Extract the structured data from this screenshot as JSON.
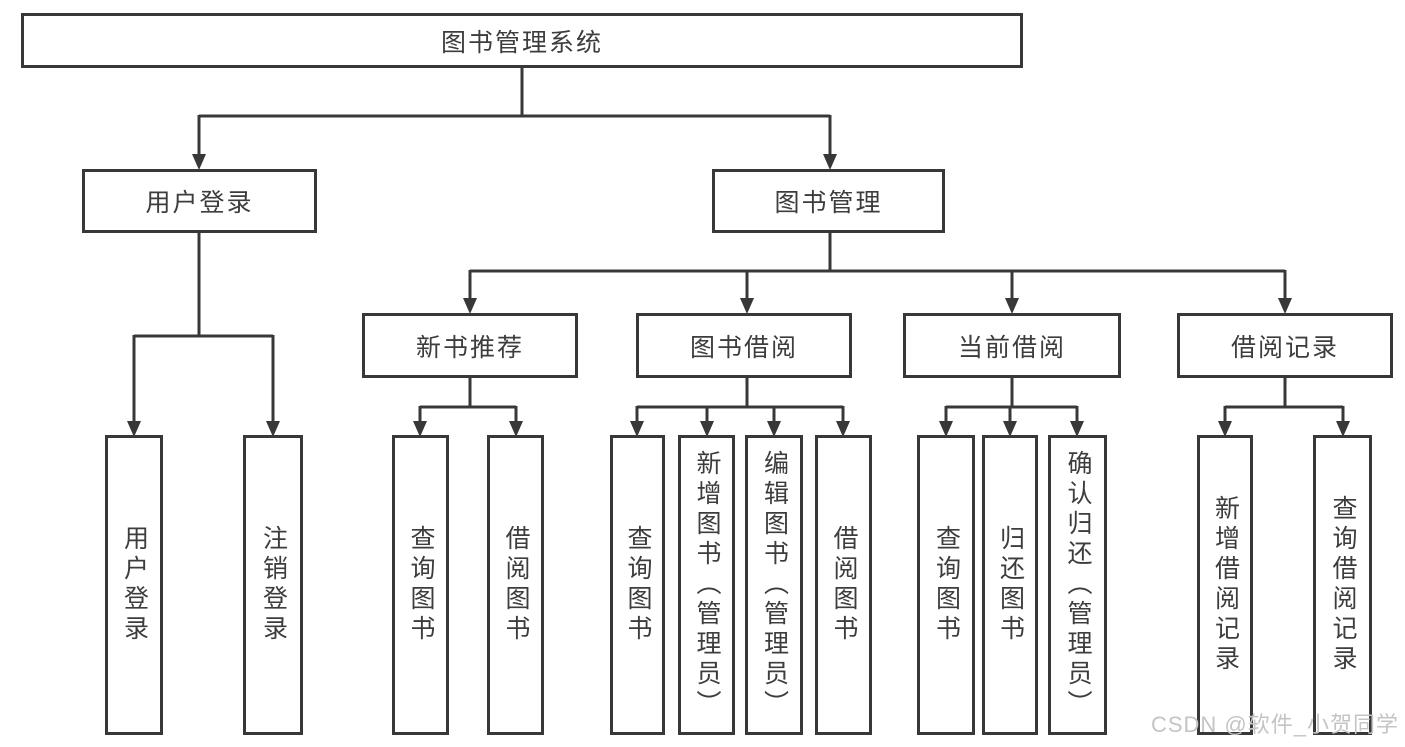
{
  "tree": {
    "root": {
      "label": "图书管理系统",
      "children": [
        {
          "label": "用户登录",
          "children": [
            {
              "label": "用户登录"
            },
            {
              "label": "注销登录"
            }
          ]
        },
        {
          "label": "图书管理",
          "children": [
            {
              "label": "新书推荐",
              "children": [
                {
                  "label": "查询图书"
                },
                {
                  "label": "借阅图书"
                }
              ]
            },
            {
              "label": "图书借阅",
              "children": [
                {
                  "label": "查询图书"
                },
                {
                  "label": "新增图书（管理员）"
                },
                {
                  "label": "编辑图书（管理员）"
                },
                {
                  "label": "借阅图书"
                }
              ]
            },
            {
              "label": "当前借阅",
              "children": [
                {
                  "label": "查询图书"
                },
                {
                  "label": "归还图书"
                },
                {
                  "label": "确认归还（管理员）"
                }
              ]
            },
            {
              "label": "借阅记录",
              "children": [
                {
                  "label": "新增借阅记录"
                },
                {
                  "label": "查询借阅记录"
                }
              ]
            }
          ]
        }
      ]
    }
  },
  "watermark": {
    "text": "CSDN @软件_小贺同学"
  },
  "colors": {
    "line": "#383838",
    "text": "#3d3d3d",
    "background": "#ffffff",
    "watermark": "#c4c4c4"
  }
}
